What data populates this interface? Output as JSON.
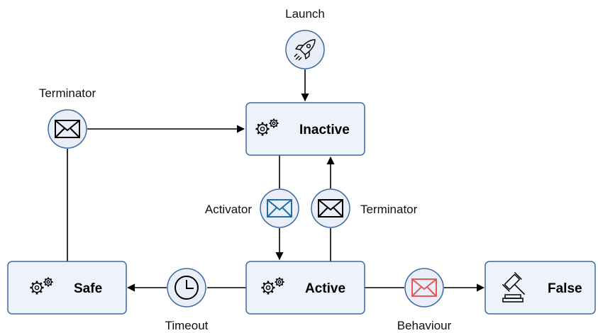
{
  "nodes": {
    "inactive": {
      "label": "Inactive"
    },
    "active": {
      "label": "Active"
    },
    "safe": {
      "label": "Safe"
    },
    "false": {
      "label": "False"
    }
  },
  "events": {
    "launch": {
      "label": "Launch",
      "icon": "rocket-icon"
    },
    "terminator_top": {
      "label": "Terminator",
      "icon": "envelope-icon"
    },
    "activator": {
      "label": "Activator",
      "icon": "envelope-icon",
      "color": "#1d6fa8"
    },
    "terminator_mid": {
      "label": "Terminator",
      "icon": "envelope-icon"
    },
    "timeout": {
      "label": "Timeout",
      "icon": "clock-icon"
    },
    "behaviour": {
      "label": "Behaviour",
      "icon": "envelope-icon",
      "color": "#e05a5a"
    }
  },
  "colors": {
    "node_fill": "#eef2fa",
    "node_stroke": "#3d6b9e",
    "circle_fill": "#e9eef8",
    "circle_stroke": "#3d6b9e"
  }
}
